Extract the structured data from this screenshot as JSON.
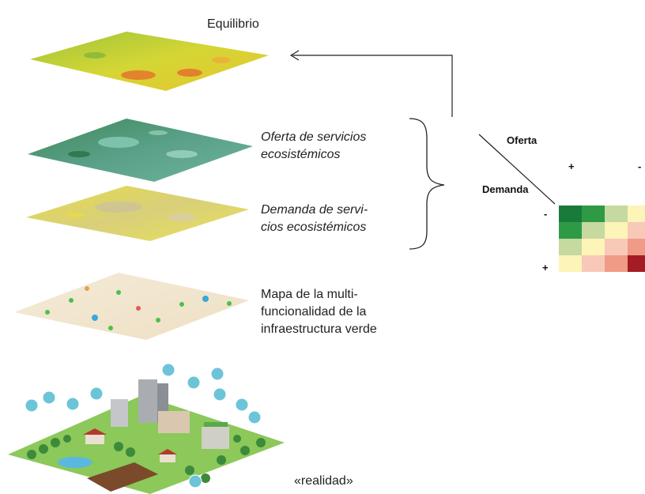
{
  "layers": {
    "equilibrio": "Equilibrio",
    "oferta": [
      "Oferta de servicios",
      "ecosistémicos"
    ],
    "demanda": [
      "Demanda de servi-",
      "cios ecosistémicos"
    ],
    "mapa": [
      "Mapa de la multi-",
      "funcionalidad de la",
      "infraestructura verde"
    ],
    "realidad": "«realidad»"
  },
  "matrix": {
    "col_header": "Oferta",
    "row_header": "Demanda",
    "col_signs": [
      "+",
      "-"
    ],
    "row_signs": [
      "-",
      "+"
    ],
    "cells": [
      [
        "#1a7a3a",
        "#2e9a46",
        "#c6d9a0",
        "#fdf4b8"
      ],
      [
        "#2e9a46",
        "#c6d9a0",
        "#fdf4b8",
        "#f8c9b8"
      ],
      [
        "#c6d9a0",
        "#fdf4b8",
        "#f8c9b8",
        "#ef9b86"
      ],
      [
        "#fdf4b8",
        "#f8c9b8",
        "#ef9b86",
        "#a51c24"
      ]
    ]
  }
}
